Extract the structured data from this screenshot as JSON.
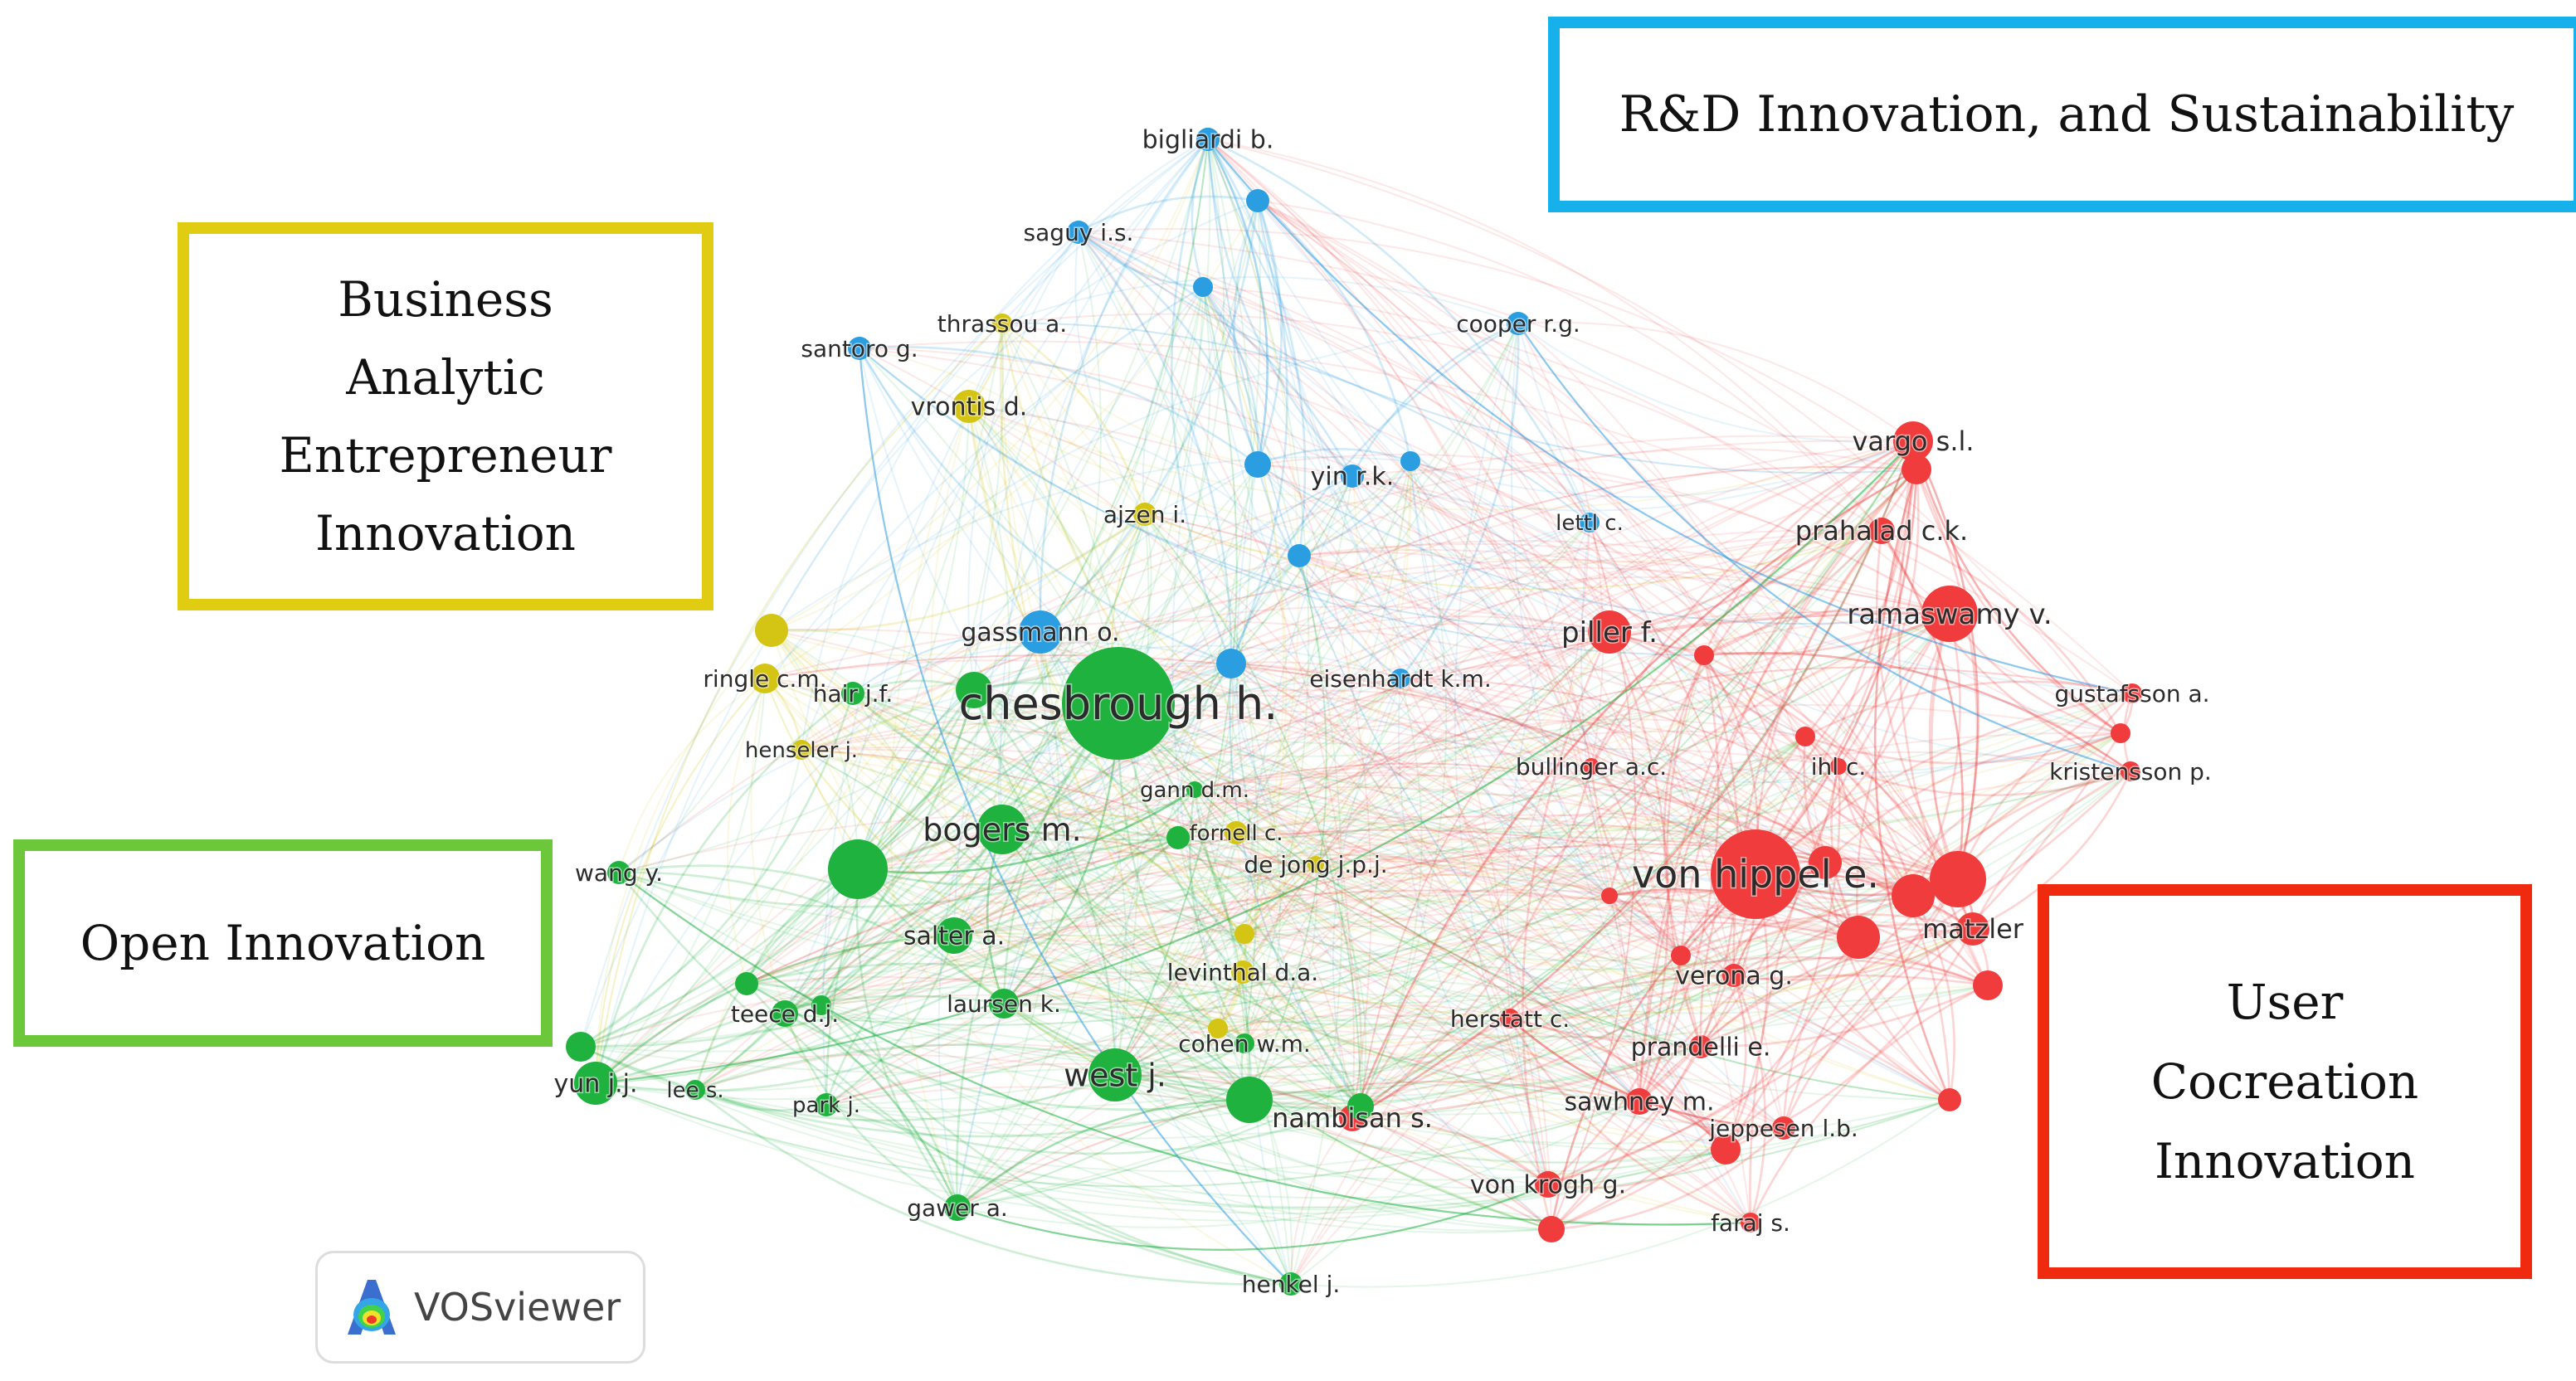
{
  "clusters": {
    "rd": {
      "label": "R&D Innovation, and Sustainability",
      "color": "#16b0ea"
    },
    "business": {
      "lines": [
        "Business",
        "Analytic",
        "Entrepreneur",
        "Innovation"
      ],
      "color": "#e0cc10"
    },
    "open": {
      "label": "Open Innovation",
      "color": "#6cc83a"
    },
    "user": {
      "lines": [
        "User",
        "Cocreation",
        "Innovation"
      ],
      "color": "#ef2a0f"
    }
  },
  "cluster_colors": {
    "green": "#1fb23f",
    "red": "#f03c3c",
    "blue": "#2a9ee0",
    "yellow": "#d4c414"
  },
  "logo": {
    "name": "VOSviewer",
    "icon": "vosviewer-density-icon"
  },
  "network": {
    "nodes": [
      {
        "id": "chesbrough",
        "label": "chesbrough h.",
        "cluster": "green"
      },
      {
        "id": "bogers",
        "label": "bogers m.",
        "cluster": "green"
      },
      {
        "id": "west",
        "label": "west j.",
        "cluster": "green"
      },
      {
        "id": "salter",
        "label": "salter a.",
        "cluster": "green"
      },
      {
        "id": "laursen",
        "label": "laursen k.",
        "cluster": "green"
      },
      {
        "id": "teece",
        "label": "teece d.j.",
        "cluster": "green"
      },
      {
        "id": "yun",
        "label": "yun j.j.",
        "cluster": "green"
      },
      {
        "id": "lee",
        "label": "lee s.",
        "cluster": "green"
      },
      {
        "id": "park",
        "label": "park j.",
        "cluster": "green"
      },
      {
        "id": "gawer",
        "label": "gawer a.",
        "cluster": "green"
      },
      {
        "id": "henkel",
        "label": "henkel j.",
        "cluster": "green"
      },
      {
        "id": "wang",
        "label": "wang y.",
        "cluster": "green"
      },
      {
        "id": "gann",
        "label": "gann d.m.",
        "cluster": "green"
      },
      {
        "id": "cohen",
        "label": "cohen w.m.",
        "cluster": "green"
      },
      {
        "id": "hair",
        "label": "hair j.f.",
        "cluster": "green"
      },
      {
        "id": "ringle",
        "label": "ringle c.m.",
        "cluster": "yellow"
      },
      {
        "id": "henseler",
        "label": "henseler j.",
        "cluster": "yellow"
      },
      {
        "id": "vrontis",
        "label": "vrontis d.",
        "cluster": "yellow"
      },
      {
        "id": "thrassou",
        "label": "thrassou a.",
        "cluster": "yellow"
      },
      {
        "id": "ajzen",
        "label": "ajzen i.",
        "cluster": "yellow"
      },
      {
        "id": "fornell",
        "label": "fornell c.",
        "cluster": "yellow"
      },
      {
        "id": "levinthal",
        "label": "levinthal d.a.",
        "cluster": "yellow"
      },
      {
        "id": "dejong",
        "label": "de jong j.p.j.",
        "cluster": "yellow"
      },
      {
        "id": "bigliardi",
        "label": "bigliardi b.",
        "cluster": "blue"
      },
      {
        "id": "saguy",
        "label": "saguy i.s.",
        "cluster": "blue"
      },
      {
        "id": "santoro",
        "label": "santoro g.",
        "cluster": "blue"
      },
      {
        "id": "cooper",
        "label": "cooper r.g.",
        "cluster": "blue"
      },
      {
        "id": "yin",
        "label": "yin r.k.",
        "cluster": "blue"
      },
      {
        "id": "gassmann",
        "label": "gassmann o.",
        "cluster": "blue"
      },
      {
        "id": "eisenhardt",
        "label": "eisenhardt k.m.",
        "cluster": "blue"
      },
      {
        "id": "lettl",
        "label": "lettl c.",
        "cluster": "blue"
      },
      {
        "id": "vonhippel",
        "label": "von hippel e.",
        "cluster": "red"
      },
      {
        "id": "vargo",
        "label": "vargo s.l.",
        "cluster": "red"
      },
      {
        "id": "prahalad",
        "label": "prahalad c.k.",
        "cluster": "red"
      },
      {
        "id": "ramaswamy",
        "label": "ramaswamy v.",
        "cluster": "red"
      },
      {
        "id": "piller",
        "label": "piller f.",
        "cluster": "red"
      },
      {
        "id": "gustafsson",
        "label": "gustafsson a.",
        "cluster": "red"
      },
      {
        "id": "kristensson",
        "label": "kristensson p.",
        "cluster": "red"
      },
      {
        "id": "bullinger",
        "label": "bullinger a.c.",
        "cluster": "red"
      },
      {
        "id": "ihl",
        "label": "ihl c.",
        "cluster": "red"
      },
      {
        "id": "matzler",
        "label": "matzler",
        "cluster": "red"
      },
      {
        "id": "verona",
        "label": "verona g.",
        "cluster": "red"
      },
      {
        "id": "herstatt",
        "label": "herstatt c.",
        "cluster": "red"
      },
      {
        "id": "prandelli",
        "label": "prandelli e.",
        "cluster": "red"
      },
      {
        "id": "nambisan",
        "label": "nambisan s.",
        "cluster": "red"
      },
      {
        "id": "sawhney",
        "label": "sawhney m.",
        "cluster": "red"
      },
      {
        "id": "jeppesen",
        "label": "jeppesen l.b.",
        "cluster": "red"
      },
      {
        "id": "vonkrogh",
        "label": "von krogh g.",
        "cluster": "red"
      },
      {
        "id": "faraj",
        "label": "faraj s.",
        "cluster": "red"
      }
    ]
  }
}
